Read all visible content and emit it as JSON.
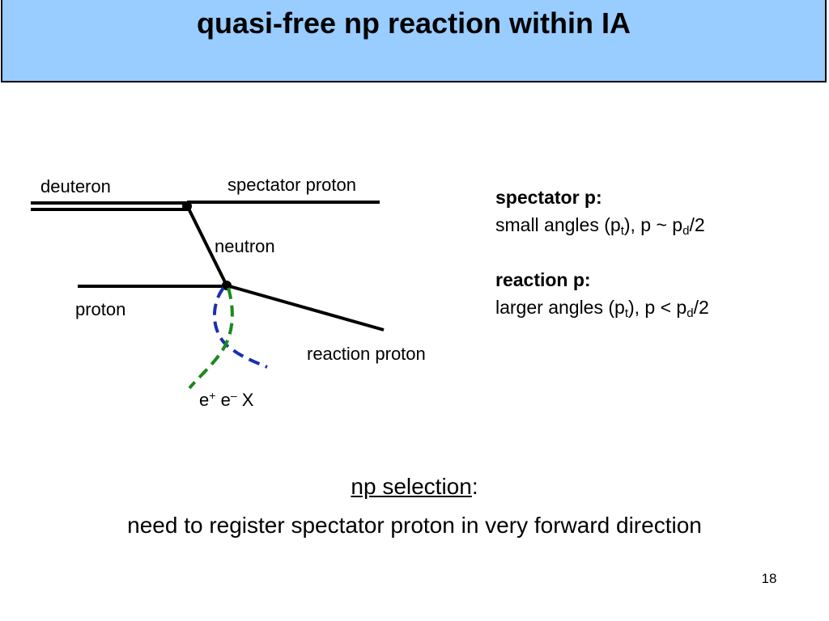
{
  "title": "quasi-free np reaction within IA",
  "diagram": {
    "labels": {
      "deuteron": "deuteron",
      "spectator_proton": "spectator proton",
      "neutron": "neutron",
      "proton": "proton",
      "reaction_proton": "reaction proton",
      "e_plus_base": "e",
      "e_plus_sup": "+",
      "e_minus_base": "e",
      "e_minus_sup": "–",
      "x": "X"
    },
    "colors": {
      "line": "#000000",
      "green_dashed": "#1a8a1a",
      "blue_dashed": "#1a2fb0"
    }
  },
  "info": {
    "spectator_heading": "spectator p:",
    "spectator_text_1": "small angles (p",
    "spectator_sub_t": "t",
    "spectator_text_2": "), p ~ p",
    "spectator_sub_d": "d",
    "spectator_text_3": "/2",
    "reaction_heading": "reaction p:",
    "reaction_text_1": "larger angles (p",
    "reaction_sub_t": "t",
    "reaction_text_2": "), p < p",
    "reaction_sub_d": "d",
    "reaction_text_3": "/2"
  },
  "bottom": {
    "selection_label": "np selection",
    "selection_colon": ":",
    "requirement": "need to register spectator proton in very forward direction"
  },
  "page_number": "18",
  "theme": {
    "title_bar_bg": "#99ccff"
  }
}
